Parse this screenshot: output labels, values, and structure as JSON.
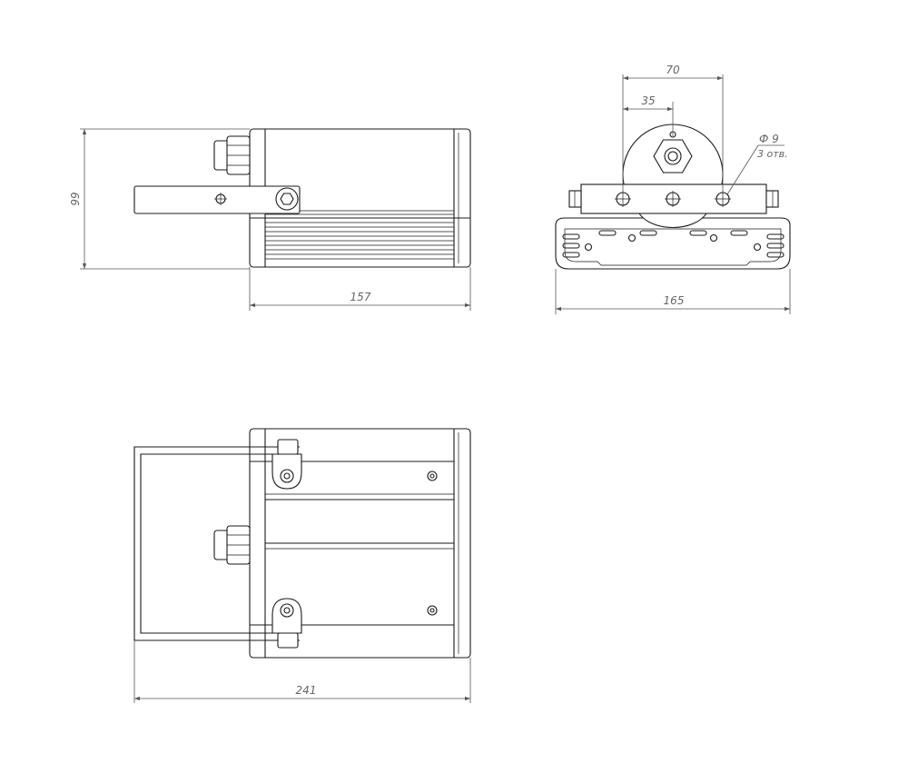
{
  "dimensions": {
    "height": "99",
    "length": "157",
    "width": "165",
    "total_length": "241",
    "bracket_span": "70",
    "bracket_half": "35",
    "hole_diameter": "Ф 9",
    "hole_count": "3 отв."
  },
  "colors": {
    "line": "#1a1a1a",
    "dimension": "#555555",
    "background": "#ffffff"
  }
}
